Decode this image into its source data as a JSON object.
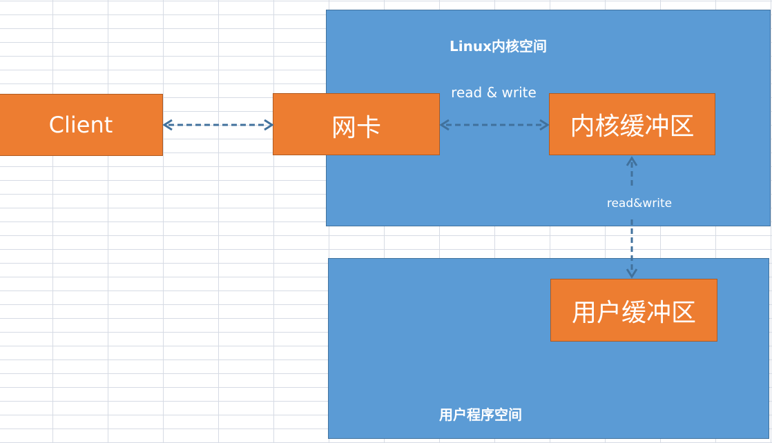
{
  "diagram": {
    "kernel_space": {
      "title": "Linux内核空间"
    },
    "user_space": {
      "title": "用户程序空间"
    },
    "nodes": {
      "client": "Client",
      "nic": "网卡",
      "kernel_buffer": "内核缓冲区",
      "user_buffer": "用户缓冲区"
    },
    "edges": {
      "nic_kernel_label": "read & write",
      "kernel_user_label": "read&write"
    },
    "colors": {
      "panel": "#5b9bd5",
      "node": "#ed7d31",
      "arrow": "#41719c"
    }
  }
}
